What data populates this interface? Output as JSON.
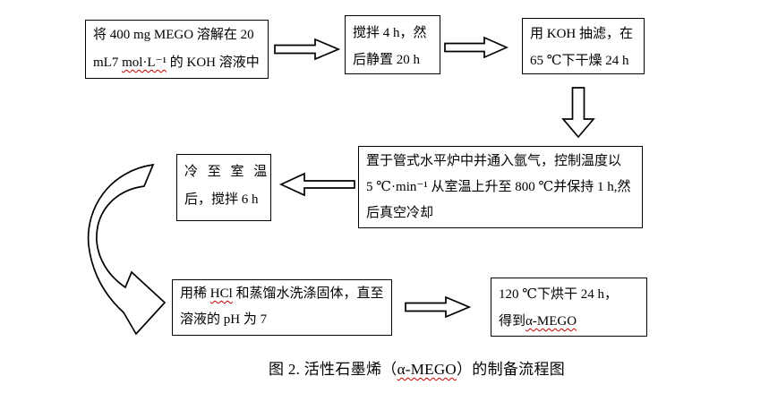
{
  "figure": {
    "boxes": {
      "dissolve": {
        "l1": "将 400 mg MEGO 溶解在 20",
        "l2_pre": "mL7 ",
        "l2_wavy": "mol·L⁻¹",
        "l2_post": " 的 KOH 溶液中"
      },
      "stir": {
        "l1": "搅拌 4 h，然",
        "l2": "后静置 20 h"
      },
      "filter": {
        "l1": "用 KOH 抽滤，在",
        "l2": "65 ℃下干燥 24 h"
      },
      "furnace": {
        "l1": "置于管式水平炉中并通入氩气，控制温度以",
        "l2": "5 ℃·min⁻¹ 从室温上升至 800 ℃并保持 1 h,然",
        "l3": "后真空冷却"
      },
      "cool": {
        "l1": "冷 至 室 温",
        "l2": "后，搅拌 6 h"
      },
      "wash": {
        "l1_pre": "用稀 ",
        "l1_wavy": "HCl",
        "l1_post": " 和蒸馏水洗涤固体，直至",
        "l2": "溶液的 pH 为 7"
      },
      "dry": {
        "l1": "120 ℃下烘干 24 h，",
        "l2_pre": "得到",
        "l2_wavy": "α-MEGO"
      }
    },
    "caption": {
      "pre": "图 2. 活性石墨烯（",
      "wavy": "α-MEGO",
      "post": "）的制备流程图"
    },
    "colors": {
      "line": "#000000",
      "fill": "#ffffff",
      "text": "#000000",
      "spellcheck_underline": "#cc0000",
      "background": "#ffffff"
    }
  }
}
